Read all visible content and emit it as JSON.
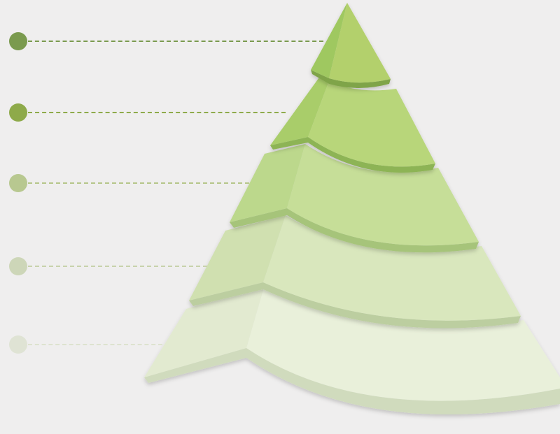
{
  "diagram": {
    "type": "pyramid-cone",
    "levels": [
      {
        "id": "level-1",
        "color": "#7a9a4e",
        "line_color": "#7a9a4e",
        "tier_top": "#9fc860",
        "tier_mid": "#b3d06c",
        "tier_dark": "#7fa44a"
      },
      {
        "id": "level-2",
        "color": "#8eaa4a",
        "line_color": "#8eaa4a",
        "tier_top": "#a9cd6a",
        "tier_mid": "#b8d67a",
        "tier_dark": "#8db454"
      },
      {
        "id": "level-3",
        "color": "#b8c890",
        "line_color": "#b6c68a",
        "tier_top": "#bcd88c",
        "tier_mid": "#c6de98",
        "tier_dark": "#a6c47a"
      },
      {
        "id": "level-4",
        "color": "#cdd6b8",
        "line_color": "#c8d2ac",
        "tier_top": "#d0e0b0",
        "tier_mid": "#d9e7bd",
        "tier_dark": "#bccea0"
      },
      {
        "id": "level-5",
        "color": "#dfe3d4",
        "line_color": "#dde2cf",
        "tier_top": "#e2ead0",
        "tier_mid": "#e9f0da",
        "tier_dark": "#d0dbbd"
      }
    ]
  }
}
